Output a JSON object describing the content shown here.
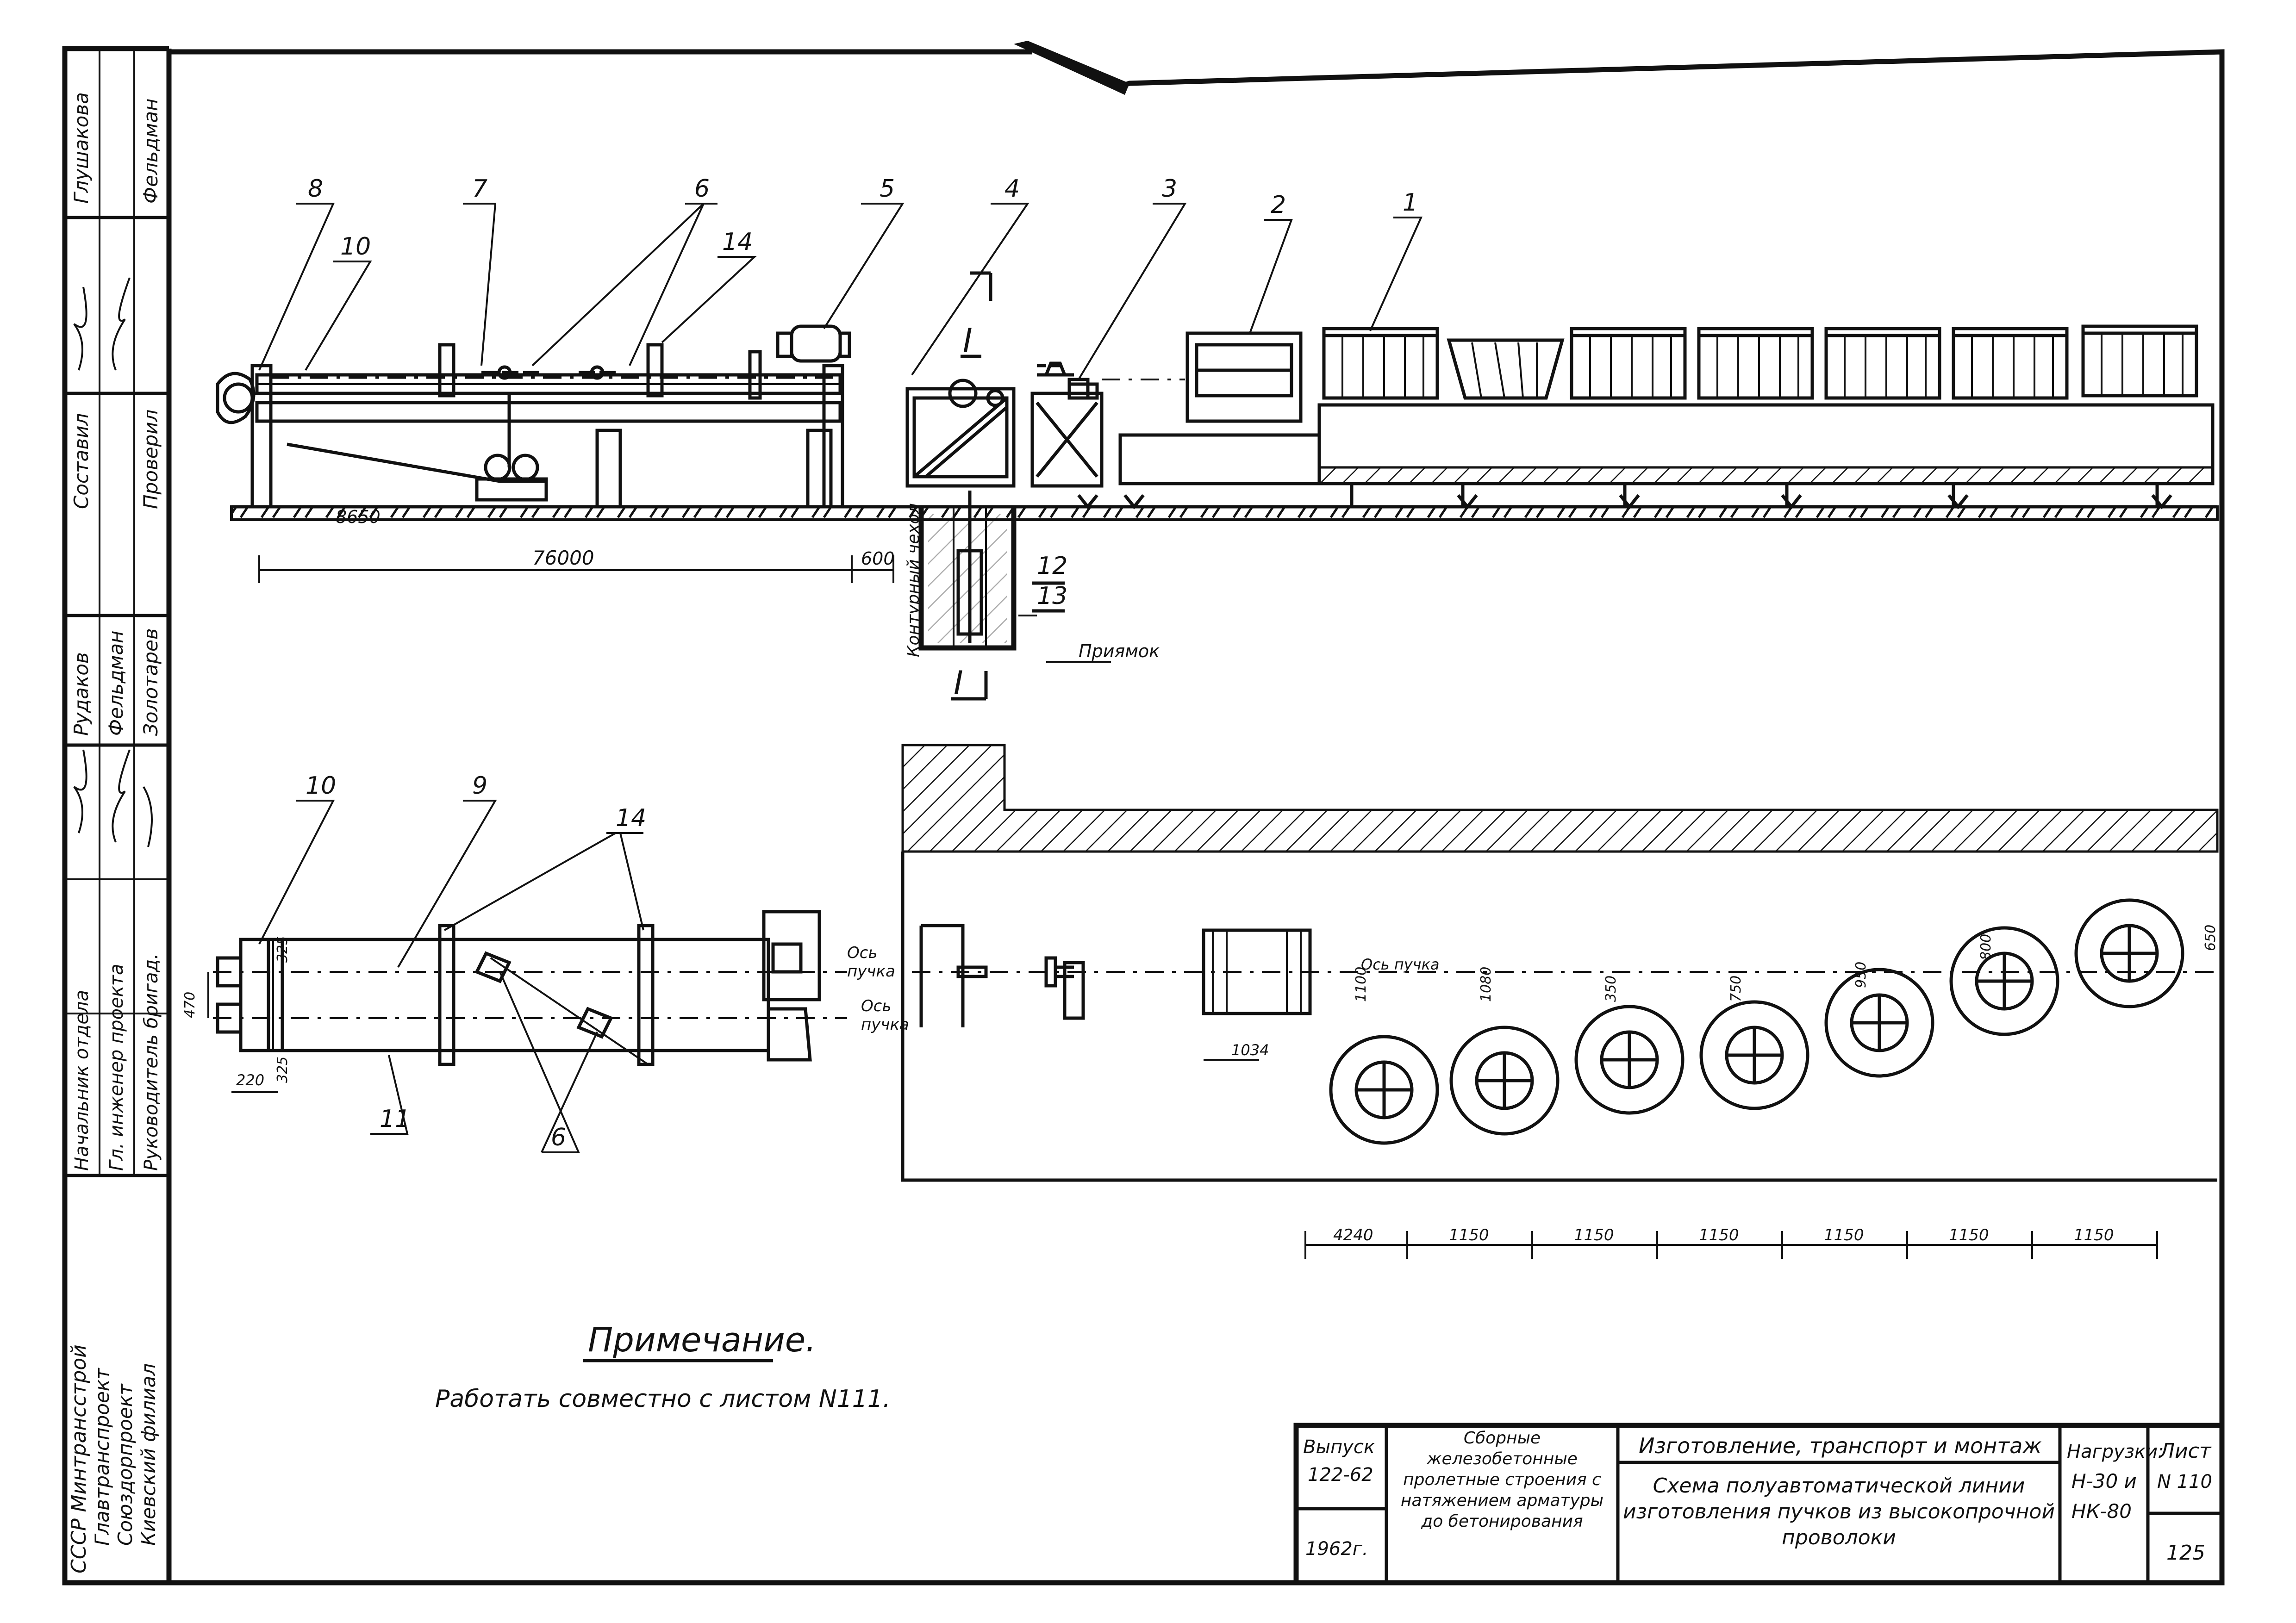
{
  "side_stamp": {
    "roles": [
      "Начальник отдела",
      "Гл. инженер проекта",
      "Руководитель бригад."
    ],
    "names": [
      "Рудаков",
      "Фельдман",
      "Золотарев"
    ],
    "extra_roles": [
      "Составил",
      "Проверил"
    ],
    "extra_names": [
      "Глушакова",
      "Фельдман"
    ],
    "org_lines": [
      "СССР Минтрансстрой",
      "Главтранспроект",
      "Союздорпроект",
      "Киевский филиал"
    ]
  },
  "labels": {
    "callouts_top": [
      "8",
      "10",
      "7",
      "6",
      "14",
      "5",
      "4",
      "3",
      "2",
      "1"
    ],
    "callouts_bottom_left": [
      "10",
      "9",
      "14",
      "6",
      "11"
    ],
    "pit_labels": [
      "12",
      "13"
    ],
    "section_mark": "I",
    "pit_text": "Приямок",
    "pit_vertical_text": "Контурный чехол",
    "axis_bundle": "Ось пучка",
    "axis_bundle_short": [
      "Ось",
      "пучка"
    ]
  },
  "dimensions": {
    "top_left": [
      "8650",
      "76000",
      "600"
    ],
    "plan_left": [
      "325",
      "470",
      "325",
      "220"
    ],
    "plan_right_small": [
      "1034",
      "1100",
      "1080",
      "350",
      "750",
      "950",
      "800",
      "650"
    ],
    "bottom_chain": [
      "4240",
      "1150",
      "1150",
      "1150",
      "1150",
      "1150",
      "1150"
    ]
  },
  "note": {
    "heading": "Примечание.",
    "text": "Работать совместно с листом N111."
  },
  "title_block": {
    "issue_label": "Выпуск",
    "issue_value": "122-62",
    "year": "1962г.",
    "series_title": "Сборные железобетонные пролетные строения с натяжением арматуры до бетонирования",
    "header_line": "Изготовление, транспорт и монтаж",
    "sheet_title": "Схема полуавтоматической линии изготовления пучков из высокопрочной проволоки",
    "load_label": "Нагрузки:",
    "load_value_1": "Н-30 и",
    "load_value_2": "НК-80",
    "sheet_label": "Лист",
    "sheet_number": "N 110",
    "page_number": "125"
  },
  "colors": {
    "ink": "#111111",
    "paper": "#ffffff"
  }
}
